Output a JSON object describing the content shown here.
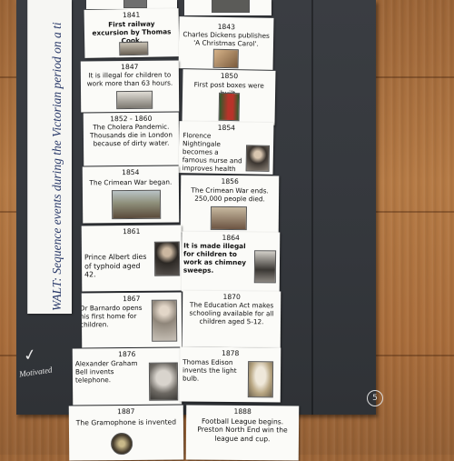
{
  "board": {
    "walt": "WALT: Sequence events during the Victorian period on a ti",
    "teacher_mark": "Motivated",
    "tick": "✓",
    "page_number": "5"
  },
  "events": [
    {
      "year": "",
      "text": "",
      "picture": "photo-thumbnail"
    },
    {
      "year": "",
      "text": "",
      "picture": "photo-thumbnail"
    },
    {
      "year": "1841",
      "text": "First railway excursion by Thomas Cook.",
      "picture": "steam-train-picture"
    },
    {
      "year": "1843",
      "text": "Charles Dickens publishes 'A Christmas Carol'.",
      "picture": "book-illustration"
    },
    {
      "year": "1847",
      "text": "It is illegal for children to work more than 63 hours.",
      "picture": "factory-picture"
    },
    {
      "year": "1850",
      "text": "First post boxes were built.",
      "picture": "post-box-picture"
    },
    {
      "year": "1852 - 1860",
      "text": "The Cholera Pandemic. Thousands die in London because of dirty water.",
      "picture": ""
    },
    {
      "year": "1854",
      "text": "Florence Nightingale becomes a famous nurse and improves health care.",
      "picture": "florence-nightingale-portrait"
    },
    {
      "year": "1854",
      "text": "The Crimean War began.",
      "picture": "battle-painting"
    },
    {
      "year": "1856",
      "text": "The Crimean War ends. 250,000 people died.",
      "picture": "soldiers-painting"
    },
    {
      "year": "1861",
      "text": "Prince Albert dies of typhoid aged 42.",
      "picture": "prince-albert-portrait"
    },
    {
      "year": "1864",
      "text": "It is made illegal for children to work as chimney sweeps.",
      "picture": "chimney-sweep-picture"
    },
    {
      "year": "1867",
      "text": "Dr Barnardo opens his first home for children.",
      "picture": "dr-barnardo-portrait"
    },
    {
      "year": "1870",
      "text": "The Education Act makes schooling available for all children aged 5-12.",
      "picture": ""
    },
    {
      "year": "1876",
      "text": "Alexander Graham Bell invents telephone.",
      "picture": "alexander-graham-bell-portrait"
    },
    {
      "year": "1878",
      "text": "Thomas Edison invents the light bulb.",
      "picture": "light-bulb-picture"
    },
    {
      "year": "1887",
      "text": "The Gramophone is invented",
      "picture": "gramophone-picture"
    },
    {
      "year": "1888",
      "text": "Football League begins. Preston North End win the league and cup.",
      "picture": ""
    }
  ]
}
